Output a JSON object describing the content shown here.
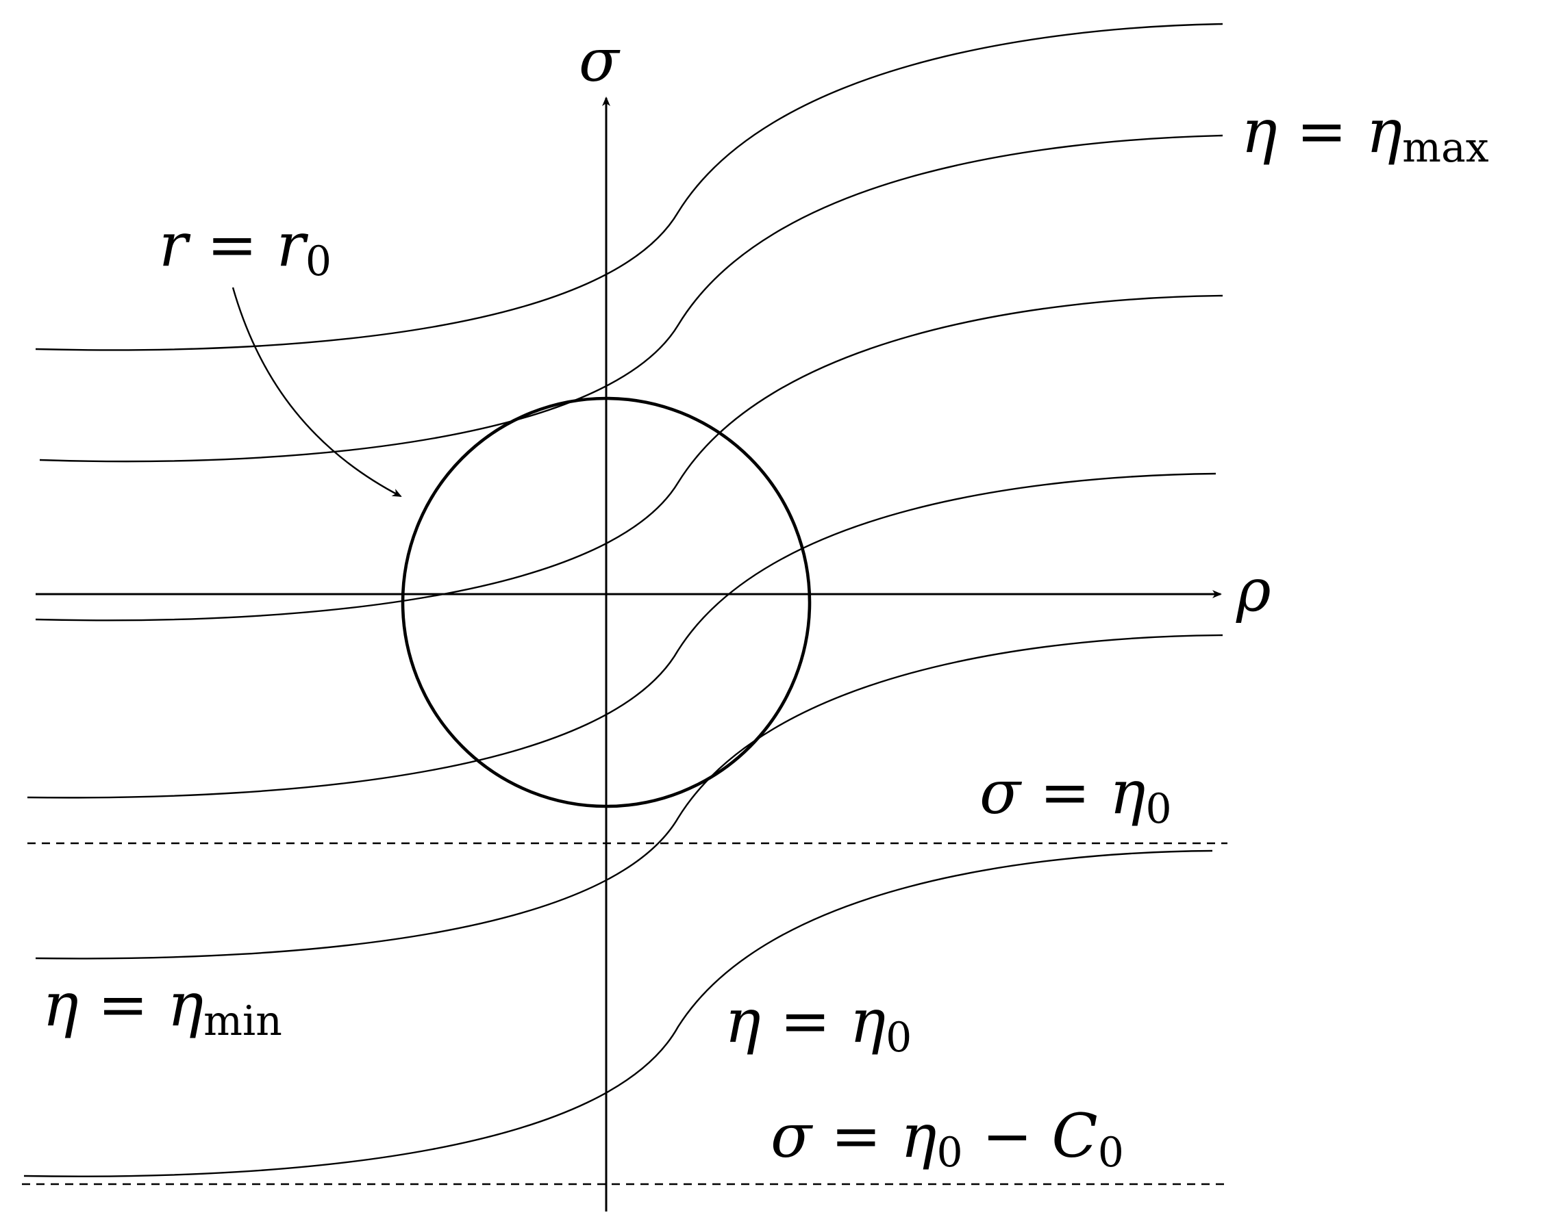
{
  "labels": {
    "sigma_axis": "σ",
    "rho_axis": "ρ",
    "r_eq_r0": {
      "main": "r = r",
      "sub": "0"
    },
    "eta_max": {
      "main": "η = η",
      "sub": "max"
    },
    "sigma_eq_eta0": {
      "main": "σ = η",
      "sub": "0"
    },
    "eta_min": {
      "main": "η = η",
      "sub": "min"
    },
    "eta_eq_eta0": {
      "main": "η = η",
      "sub": "0"
    },
    "sigma_eq_eta0_minus_C0": {
      "main": "σ = η",
      "sub": "0",
      "tail": " − C",
      "tail_sub": "0"
    }
  }
}
